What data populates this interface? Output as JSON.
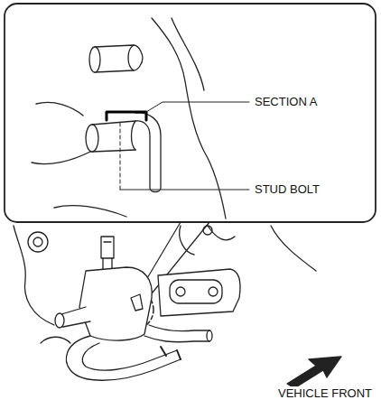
{
  "diagram": {
    "labels": [
      "SECTION A",
      "STUD BOLT",
      "VEHICLE FRONT"
    ]
  }
}
